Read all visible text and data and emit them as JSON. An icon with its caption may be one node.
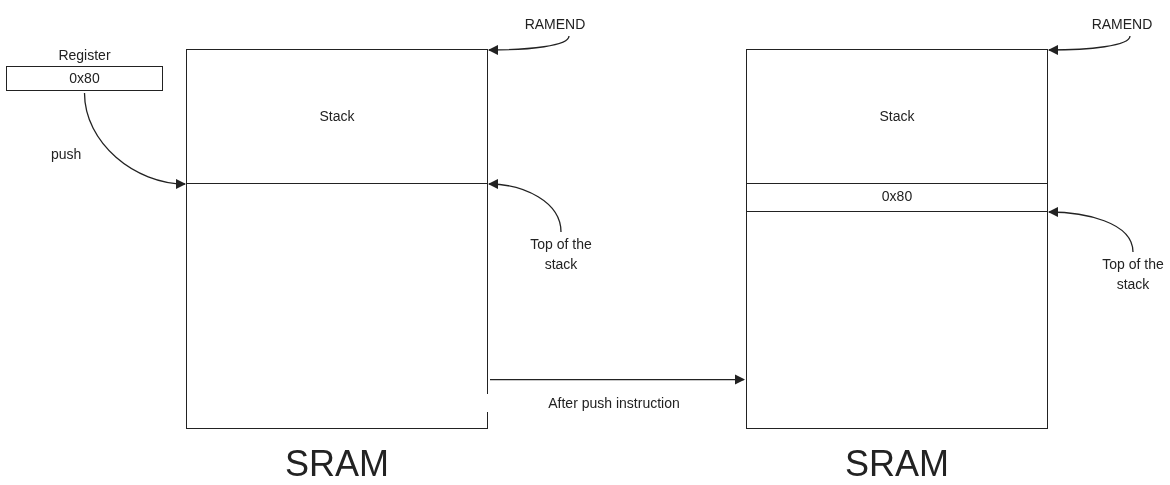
{
  "diagram": {
    "nodes": [
      {
        "text": [
          "Register",
          "0x80"
        ]
      },
      {
        "text": [
          "SRAM"
        ]
      },
      {
        "text": [
          "Stack"
        ],
        "in": 1
      },
      {
        "text": [
          "RAMEND"
        ]
      },
      {
        "text": [
          "Top of the stack"
        ]
      },
      {
        "text": [
          "SRAM"
        ]
      },
      {
        "text": [
          "Stack"
        ],
        "in": 5
      },
      {
        "text": [
          "0x80"
        ],
        "in": 5
      },
      {
        "text": [
          "RAMEND"
        ]
      },
      {
        "text": [
          "Top of the stack"
        ]
      }
    ],
    "edges": [
      {
        "from": 0,
        "to": 2,
        "arrow": "to",
        "label": "push"
      },
      {
        "from": 3,
        "to": 2,
        "arrow": "to"
      },
      {
        "from": 4,
        "to": 2,
        "arrow": "to"
      },
      {
        "from": 1,
        "to": 5,
        "arrow": "to",
        "label": "After push instruction"
      },
      {
        "from": 8,
        "to": 6,
        "arrow": "to"
      },
      {
        "from": 9,
        "to": 7,
        "arrow": "to"
      }
    ]
  }
}
